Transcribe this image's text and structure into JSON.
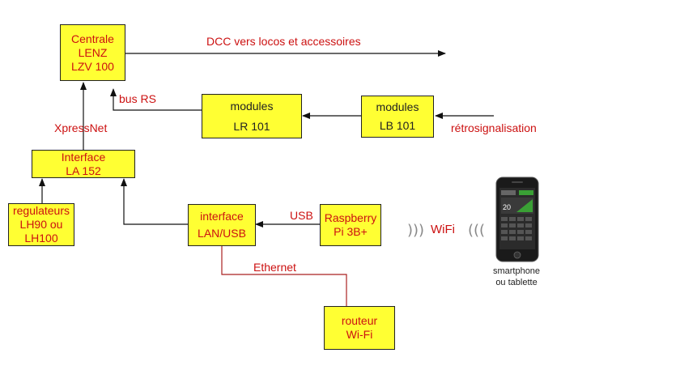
{
  "boxes": {
    "centrale": [
      "Centrale",
      "LENZ",
      "LZV 100"
    ],
    "lr101": [
      "modules",
      "LR 101"
    ],
    "lb101": [
      "modules",
      "LB 101"
    ],
    "la152": [
      "Interface",
      "LA 152"
    ],
    "regulateurs": [
      "regulateurs",
      "LH90 ou",
      "LH100"
    ],
    "lanusb": [
      "interface",
      "LAN/USB"
    ],
    "raspberry": [
      "Raspberry",
      "Pi 3B+"
    ],
    "routeur": [
      "routeur",
      "Wi-Fi"
    ]
  },
  "labels": {
    "dcc": "DCC vers locos et accessoires",
    "bus_rs": "bus RS",
    "xpressnet": "XpressNet",
    "retro": "rétrosignalisation",
    "usb": "USB",
    "ethernet": "Ethernet",
    "wifi": "WiFi"
  },
  "device": {
    "caption_line1": "smartphone",
    "caption_line2": "ou tablette",
    "screen_value": "20"
  },
  "colors": {
    "box_fill": "#ffff33",
    "label_red": "#cc1111",
    "ethernet_line": "#aa2222"
  }
}
